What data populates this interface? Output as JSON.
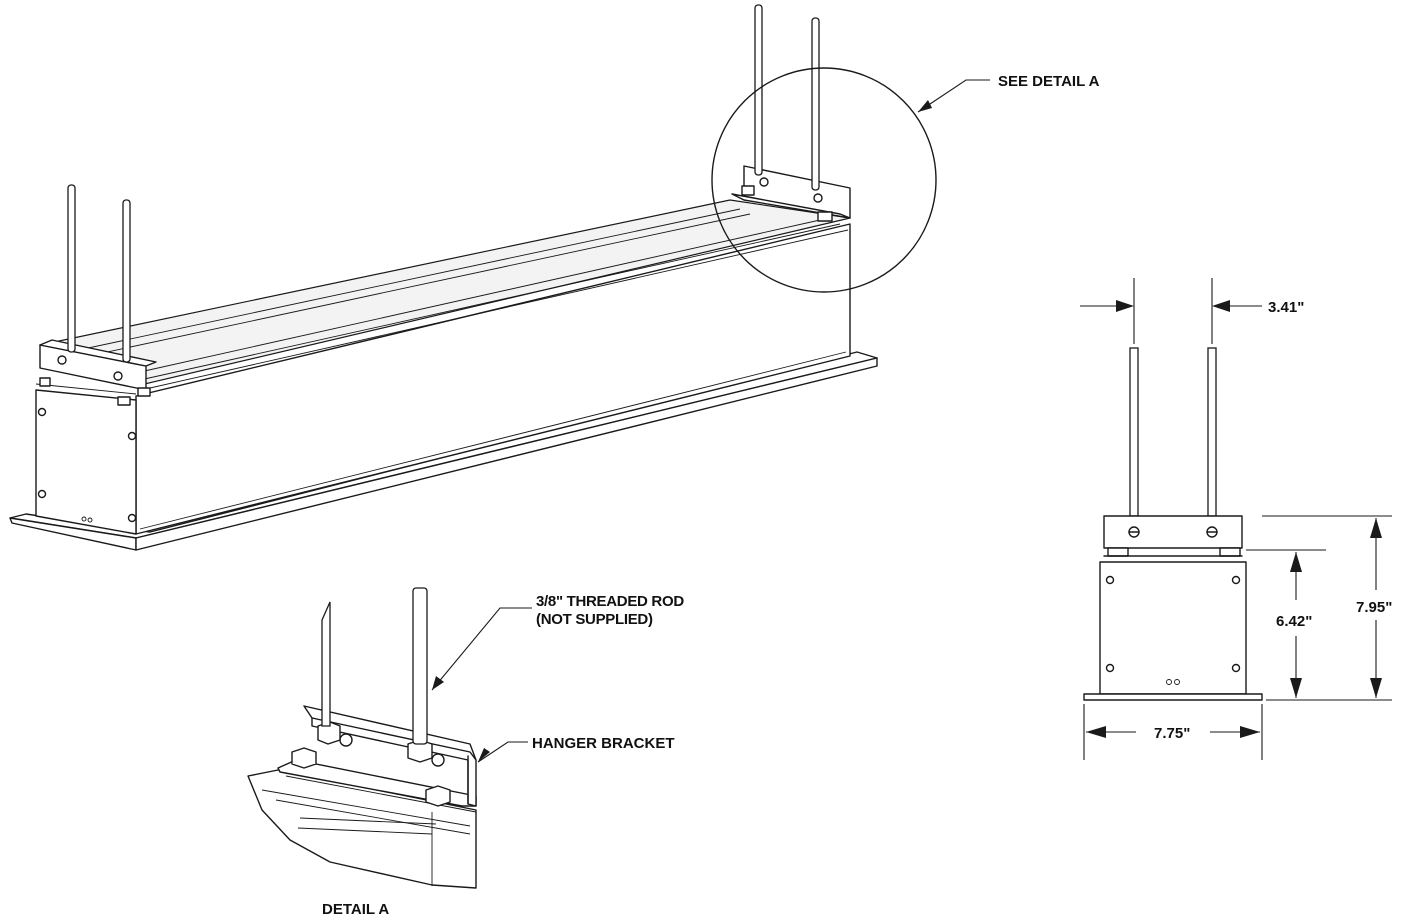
{
  "callouts": {
    "see_detail": "SEE DETAIL A",
    "threaded_rod_line1": "3/8\"  THREADED ROD",
    "threaded_rod_line2": "(NOT SUPPLIED)",
    "hanger_bracket": "HANGER BRACKET",
    "detail_title": "DETAIL A"
  },
  "dimensions": {
    "rod_spacing": "3.41\"",
    "box_height": "6.42\"",
    "overall_height": "7.95\"",
    "width": "7.75\""
  },
  "colors": {
    "line": "#1a1a1a",
    "background": "#ffffff"
  }
}
